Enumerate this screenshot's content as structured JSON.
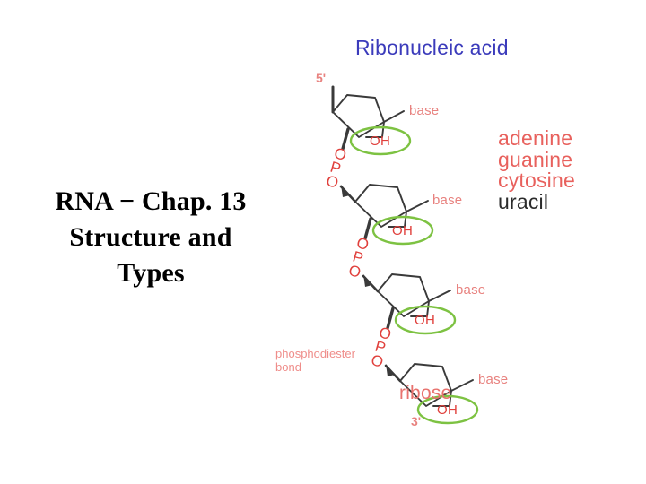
{
  "slide": {
    "title_lines": [
      "RNA − Chap. 13",
      "Structure and",
      "Types"
    ],
    "background": "#ffffff"
  },
  "diagram": {
    "heading": "Ribonucleic acid",
    "heading_color": "#3b3bbb",
    "end_labels": {
      "five_prime": "5'",
      "three_prime": "3'"
    },
    "sugar_name": "ribose",
    "bond_label": "phosphodiester bond",
    "base_labels": [
      "base",
      "base",
      "base",
      "base"
    ],
    "hydroxyl_labels": [
      "OH",
      "OH",
      "OH",
      "OH"
    ],
    "phosphate_groups": [
      {
        "atoms": [
          "O",
          "P",
          "O"
        ]
      },
      {
        "atoms": [
          "O",
          "P",
          "O"
        ]
      },
      {
        "atoms": [
          "O",
          "P",
          "O"
        ]
      }
    ],
    "colors": {
      "bond_line": "#3a3a3a",
      "label_red": "#e8827f",
      "hydroxyl_red": "#e0403c",
      "highlight_green": "#7dc242",
      "uracil_dark": "#2b2b2b"
    },
    "nitrogenous_bases": [
      {
        "name": "adenine",
        "color": "#e8615d"
      },
      {
        "name": "guanine",
        "color": "#e8615d"
      },
      {
        "name": "cytosine",
        "color": "#e8615d"
      },
      {
        "name": "uracil",
        "color": "#2b2b2b"
      }
    ]
  }
}
